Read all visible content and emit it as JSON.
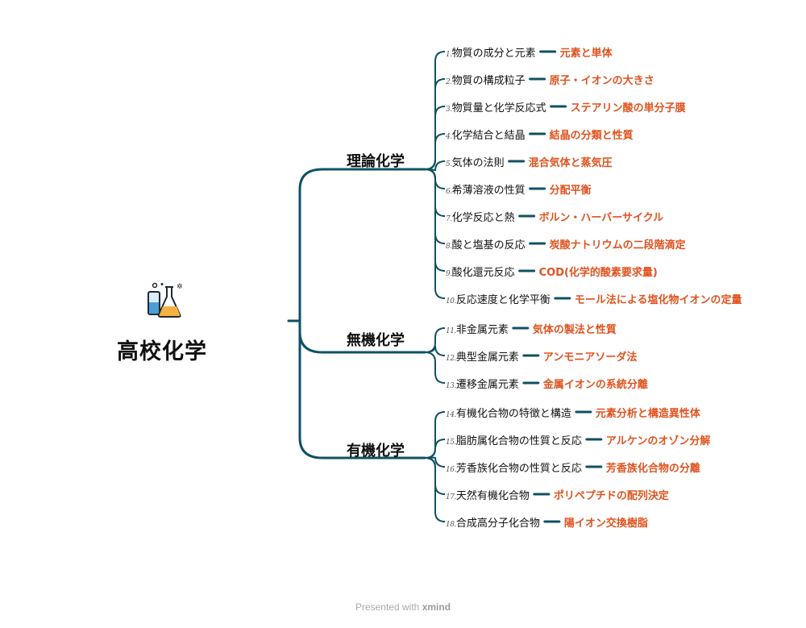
{
  "root": {
    "title": "高校化学",
    "icon": "flask-beaker-icon"
  },
  "colors": {
    "line": "#0f5163",
    "detail": "#e0531f",
    "topic": "#111111"
  },
  "branches": [
    {
      "label": "理論化学",
      "topics": [
        {
          "num": "1.",
          "label": "物質の成分と元素",
          "detail": "元素と単体"
        },
        {
          "num": "2.",
          "label": "物質の構成粒子",
          "detail": "原子・イオンの大きさ"
        },
        {
          "num": "3.",
          "label": "物質量と化学反応式",
          "detail": "ステアリン酸の単分子膜"
        },
        {
          "num": "4.",
          "label": "化学結合と結晶",
          "detail": "結晶の分類と性質"
        },
        {
          "num": "5.",
          "label": "気体の法則",
          "detail": "混合気体と蒸気圧"
        },
        {
          "num": "6.",
          "label": "希薄溶液の性質",
          "detail": "分配平衡"
        },
        {
          "num": "7.",
          "label": "化学反応と熱",
          "detail": "ボルン・ハーバーサイクル"
        },
        {
          "num": "8.",
          "label": "酸と塩基の反応",
          "detail": "炭酸ナトリウムの二段階滴定"
        },
        {
          "num": "9.",
          "label": "酸化還元反応",
          "detail": "COD(化学的酸素要求量)"
        },
        {
          "num": "10.",
          "label": "反応速度と化学平衡",
          "detail": "モール法による塩化物イオンの定量"
        }
      ]
    },
    {
      "label": "無機化学",
      "topics": [
        {
          "num": "11.",
          "label": "非金属元素",
          "detail": "気体の製法と性質"
        },
        {
          "num": "12.",
          "label": "典型金属元素",
          "detail": "アンモニアソーダ法"
        },
        {
          "num": "13.",
          "label": "遷移金属元素",
          "detail": "金属イオンの系統分離"
        }
      ]
    },
    {
      "label": "有機化学",
      "topics": [
        {
          "num": "14.",
          "label": "有機化合物の特徴と構造",
          "detail": "元素分析と構造異性体"
        },
        {
          "num": "15.",
          "label": "脂肪属化合物の性質と反応",
          "detail": "アルケンのオゾン分解"
        },
        {
          "num": "16.",
          "label": "芳香族化合物の性質と反応",
          "detail": "芳香族化合物の分離"
        },
        {
          "num": "17.",
          "label": "天然有機化合物",
          "detail": "ポリペプチドの配列決定"
        },
        {
          "num": "18.",
          "label": "合成高分子化合物",
          "detail": "陽イオン交換樹脂"
        }
      ]
    }
  ],
  "footer": {
    "prefix": "Presented with",
    "brand": "xmind"
  }
}
